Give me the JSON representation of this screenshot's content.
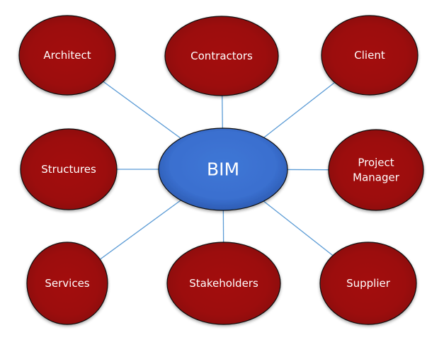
{
  "diagram": {
    "type": "hub-and-spoke",
    "hub": {
      "id": "bim",
      "label": "BIM",
      "color": "#3a6fcf"
    },
    "node_color": "#9c0a0a",
    "connector_color": "#5b9bd5",
    "nodes": [
      {
        "id": "architect",
        "lines": [
          "Architect"
        ]
      },
      {
        "id": "contractors",
        "lines": [
          "Contractors"
        ]
      },
      {
        "id": "client",
        "lines": [
          "Client"
        ]
      },
      {
        "id": "structures",
        "lines": [
          "Structures"
        ]
      },
      {
        "id": "project-manager",
        "lines": [
          "Project",
          "Manager"
        ]
      },
      {
        "id": "services",
        "lines": [
          "Services"
        ]
      },
      {
        "id": "stakeholders",
        "lines": [
          "Stakeholders"
        ]
      },
      {
        "id": "supplier",
        "lines": [
          "Supplier"
        ]
      }
    ],
    "edges": [
      [
        "bim",
        "architect"
      ],
      [
        "bim",
        "contractors"
      ],
      [
        "bim",
        "client"
      ],
      [
        "bim",
        "structures"
      ],
      [
        "bim",
        "project-manager"
      ],
      [
        "bim",
        "services"
      ],
      [
        "bim",
        "stakeholders"
      ],
      [
        "bim",
        "supplier"
      ]
    ]
  }
}
